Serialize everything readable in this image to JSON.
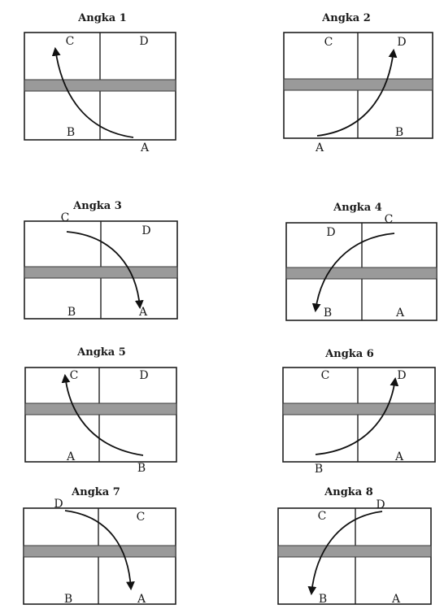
{
  "panels": [
    {
      "title": "Angka 1",
      "labels": {
        "top_left": "C",
        "top_right": "D",
        "bottom_left": "B",
        "below_right": "A"
      }
    },
    {
      "title": "Angka 2",
      "labels": {
        "top_left": "C",
        "top_right": "D",
        "below_left": "A",
        "bottom_right": "B"
      }
    },
    {
      "title": "Angka 3",
      "labels": {
        "above_left": "C",
        "top_right": "D",
        "bottom_left": "B",
        "bottom_right": "A"
      }
    },
    {
      "title": "Angka 4",
      "labels": {
        "top_left": "D",
        "above_right": "C",
        "bottom_left": "B",
        "bottom_right": "A"
      }
    },
    {
      "title": "Angka 5",
      "labels": {
        "top_left": "C",
        "top_right": "D",
        "bottom_left": "A",
        "below_right": "B"
      }
    },
    {
      "title": "Angka 6",
      "labels": {
        "top_left": "C",
        "top_right": "D",
        "below_left": "B",
        "bottom_right": "A"
      }
    },
    {
      "title": "Angka 7",
      "labels": {
        "above_left": "D",
        "top_right": "C",
        "bottom_left": "B",
        "bottom_right": "A"
      }
    },
    {
      "title": "Angka 8",
      "labels": {
        "top_left": "C",
        "above_right": "D",
        "bottom_left": "B",
        "bottom_right": "A"
      }
    }
  ]
}
